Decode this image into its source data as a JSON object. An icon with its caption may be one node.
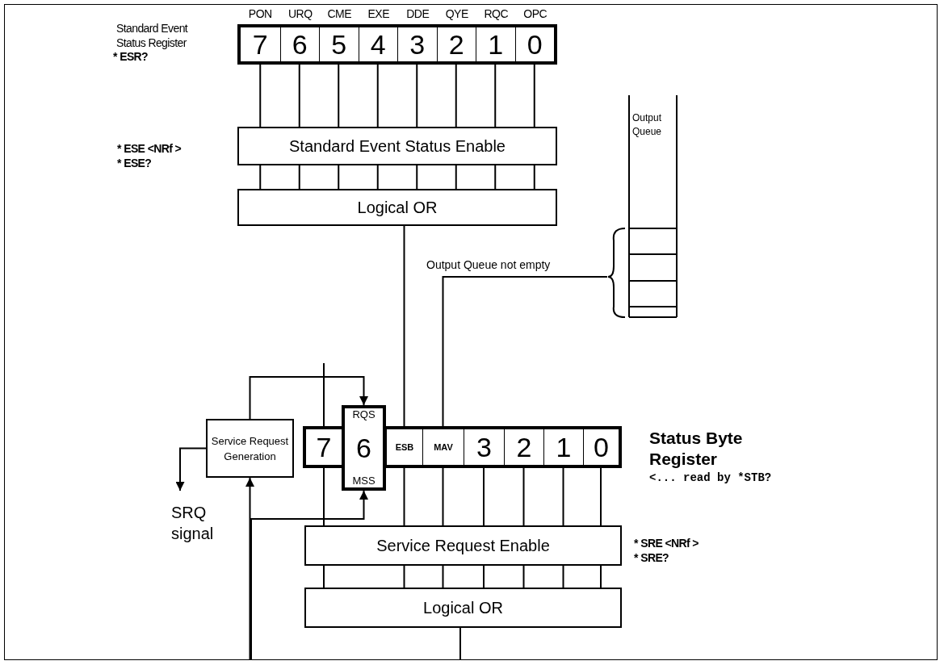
{
  "diagram": {
    "nodes": [
      {
        "text": [
          "Standard Event Status Register"
        ]
      },
      {
        "text": [
          "7"
        ],
        "in": 0,
        "beside": [
          "PON"
        ]
      },
      {
        "text": [
          "6"
        ],
        "in": 0,
        "beside": [
          "URQ"
        ]
      },
      {
        "text": [
          "5"
        ],
        "in": 0,
        "beside": [
          "CME"
        ]
      },
      {
        "text": [
          "4"
        ],
        "in": 0,
        "beside": [
          "EXE"
        ]
      },
      {
        "text": [
          "3"
        ],
        "in": 0,
        "beside": [
          "DDE"
        ]
      },
      {
        "text": [
          "2"
        ],
        "in": 0,
        "beside": [
          "QYE"
        ]
      },
      {
        "text": [
          "1"
        ],
        "in": 0,
        "beside": [
          "RQC"
        ]
      },
      {
        "text": [
          "0"
        ],
        "in": 0,
        "beside": [
          "OPC"
        ]
      },
      {
        "text": [
          "Standard Event Status Enable"
        ],
        "beside": [
          "* ESE <NRf >",
          "* ESE?"
        ]
      },
      {
        "text": [
          "Logical OR"
        ]
      },
      {
        "text": [
          "Output Queue"
        ]
      },
      {
        "text": [
          "Service Request Generation"
        ]
      },
      {
        "text": [
          "SRQ signal"
        ]
      },
      {
        "text": [
          "Status Byte Register"
        ],
        "beside": [
          "<... read by *STB?"
        ]
      },
      {
        "text": [
          "7"
        ],
        "in": 14
      },
      {
        "text": [
          "RQS",
          "6",
          "MSS"
        ]
      },
      {
        "text": [
          "ESB"
        ],
        "in": 14
      },
      {
        "text": [
          "MAV"
        ],
        "in": 14
      },
      {
        "text": [
          "3"
        ],
        "in": 14
      },
      {
        "text": [
          "2"
        ],
        "in": 14
      },
      {
        "text": [
          "1"
        ],
        "in": 14
      },
      {
        "text": [
          "0"
        ],
        "in": 14
      },
      {
        "text": [
          "Service Request Enable"
        ],
        "beside": [
          "* SRE <NRf >",
          "* SRE?"
        ]
      },
      {
        "text": [
          "Logical OR"
        ]
      }
    ],
    "edges": [
      {
        "from": 1,
        "to": 9,
        "arrow": "none"
      },
      {
        "from": 2,
        "to": 9,
        "arrow": "none"
      },
      {
        "from": 3,
        "to": 9,
        "arrow": "none"
      },
      {
        "from": 4,
        "to": 9,
        "arrow": "none"
      },
      {
        "from": 5,
        "to": 9,
        "arrow": "none"
      },
      {
        "from": 6,
        "to": 9,
        "arrow": "none"
      },
      {
        "from": 7,
        "to": 9,
        "arrow": "none"
      },
      {
        "from": 8,
        "to": 9,
        "arrow": "none"
      },
      {
        "from": 9,
        "to": 10,
        "arrow": "none"
      },
      {
        "from": 9,
        "to": 10,
        "arrow": "none"
      },
      {
        "from": 9,
        "to": 10,
        "arrow": "none"
      },
      {
        "from": 9,
        "to": 10,
        "arrow": "none"
      },
      {
        "from": 9,
        "to": 10,
        "arrow": "none"
      },
      {
        "from": 9,
        "to": 10,
        "arrow": "none"
      },
      {
        "from": 9,
        "to": 10,
        "arrow": "none"
      },
      {
        "from": 9,
        "to": 10,
        "arrow": "none"
      },
      {
        "from": 10,
        "to": 17,
        "arrow": "none"
      },
      {
        "from": 11,
        "to": 18,
        "arrow": "none",
        "label": "Output Queue not empty"
      },
      {
        "from": 12,
        "to": 16,
        "arrow": "to"
      },
      {
        "from": 12,
        "to": 13,
        "arrow": "to"
      },
      {
        "from": null,
        "to": 12,
        "arrow": "to"
      },
      {
        "from": null,
        "to": 16,
        "arrow": "to"
      },
      {
        "from": null,
        "to": 15,
        "arrow": "none"
      },
      {
        "from": 15,
        "to": 23,
        "arrow": "none"
      },
      {
        "from": 17,
        "to": 23,
        "arrow": "none"
      },
      {
        "from": 18,
        "to": 23,
        "arrow": "none"
      },
      {
        "from": 19,
        "to": 23,
        "arrow": "none"
      },
      {
        "from": 20,
        "to": 23,
        "arrow": "none"
      },
      {
        "from": 21,
        "to": 23,
        "arrow": "none"
      },
      {
        "from": 22,
        "to": 23,
        "arrow": "none"
      },
      {
        "from": 23,
        "to": 24,
        "arrow": "none"
      },
      {
        "from": 23,
        "to": 24,
        "arrow": "none"
      },
      {
        "from": 23,
        "to": 24,
        "arrow": "none"
      },
      {
        "from": 23,
        "to": 24,
        "arrow": "none"
      },
      {
        "from": 23,
        "to": 24,
        "arrow": "none"
      },
      {
        "from": 23,
        "to": 24,
        "arrow": "none"
      },
      {
        "from": 23,
        "to": 24,
        "arrow": "none"
      },
      {
        "from": 24,
        "to": null,
        "arrow": "none"
      }
    ],
    "labels": [
      "* ESR?"
    ]
  }
}
